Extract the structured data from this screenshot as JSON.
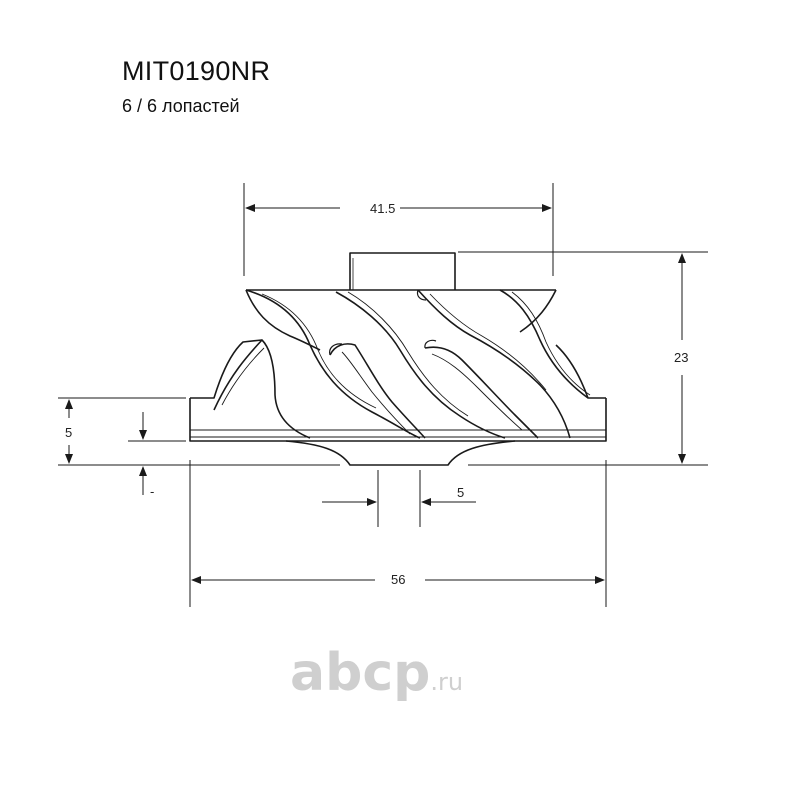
{
  "header": {
    "part_number": "MIT0190NR",
    "blades": "6 / 6 лопастей"
  },
  "dimensions": {
    "top_width": "41.5",
    "height": "23",
    "base_height": "5",
    "shaft_offset": "5",
    "bottom_width": "56",
    "small_mark": "-"
  },
  "watermark": {
    "main": "аbcp",
    "tld": ".ru"
  },
  "colors": {
    "line": "#1a1a1a",
    "watermark": "#cfcfcf"
  }
}
